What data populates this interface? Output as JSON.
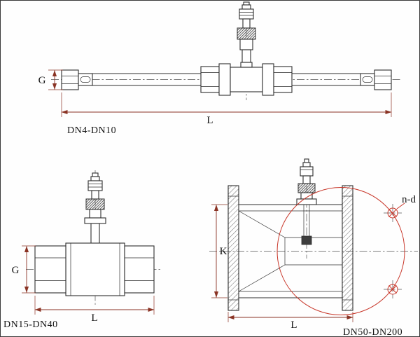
{
  "colors": {
    "line": "#2e2e2e",
    "dimension": "#8a3324",
    "accent": "#c8372a",
    "centerline": "#555555"
  },
  "drawings": {
    "dn4_dn10": {
      "caption": "DN4-DN10",
      "dim_g": "G",
      "dim_l": "L"
    },
    "dn15_dn40": {
      "caption": "DN15-DN40",
      "dim_g": "G",
      "dim_l": "L"
    },
    "dn50_dn200": {
      "caption": "DN50-DN200",
      "dim_k": "K",
      "dim_l": "L",
      "dim_nd": "n-d"
    }
  }
}
